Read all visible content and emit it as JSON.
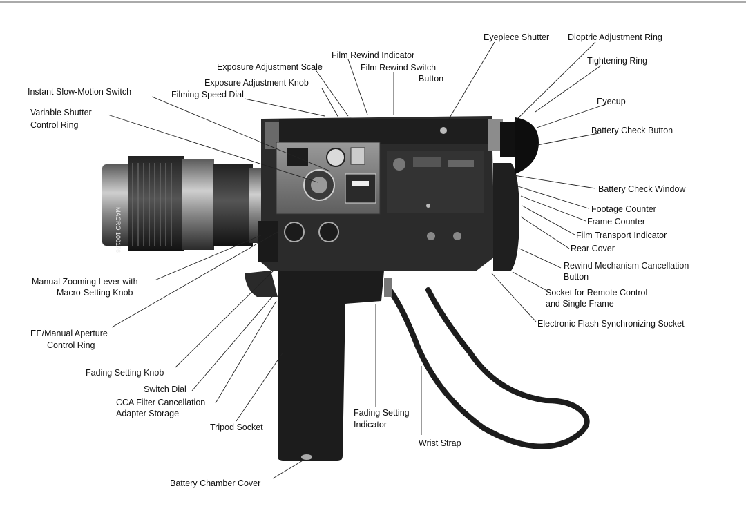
{
  "labels": {
    "eyepiece_shutter": "Eyepiece Shutter",
    "dioptric_ring": "Dioptric Adjustment Ring",
    "film_rewind_indicator": "Film Rewind Indicator",
    "exposure_scale": "Exposure Adjustment Scale",
    "film_rewind_switch_1": "Film Rewind Switch",
    "film_rewind_switch_2": "Button",
    "tightening_ring": "Tightening Ring",
    "exposure_knob": "Exposure Adjustment Knob",
    "slow_motion_switch": "Instant Slow-Motion Switch",
    "filming_speed_dial": "Filming Speed Dial",
    "eyecup": "Eyecup",
    "variable_shutter_1": "Variable Shutter",
    "variable_shutter_2": "Control Ring",
    "battery_check_button": "Battery  Check Button",
    "battery_check_window": "Battery Check Window",
    "footage_counter": "Footage Counter",
    "frame_counter": "Frame Counter",
    "film_transport_indicator": "Film Transport Indicator",
    "rear_cover": "Rear Cover",
    "rewind_cancel_1": "Rewind Mechanism Cancellation",
    "rewind_cancel_2": "Button",
    "manual_zoom_1": "Manual Zooming Lever with",
    "manual_zoom_2": "Macro-Setting Knob",
    "remote_socket_1": "Socket for Remote Control",
    "remote_socket_2": "and Single Frame",
    "flash_socket": "Electronic Flash Synchronizing Socket",
    "ee_aperture_1": "EE/Manual Aperture",
    "ee_aperture_2": "Control Ring",
    "fading_knob": "Fading Setting Knob",
    "switch_dial": "Switch Dial",
    "cca_filter_1": "CCA Filter Cancellation",
    "cca_filter_2": "Adapter Storage",
    "fading_indicator_1": "Fading Setting",
    "fading_indicator_2": "Indicator",
    "tripod_socket": "Tripod Socket",
    "wrist_strap": "Wrist Strap",
    "battery_chamber_cover": "Battery Chamber Cover",
    "lens_engraving": "MACRO  100176"
  }
}
